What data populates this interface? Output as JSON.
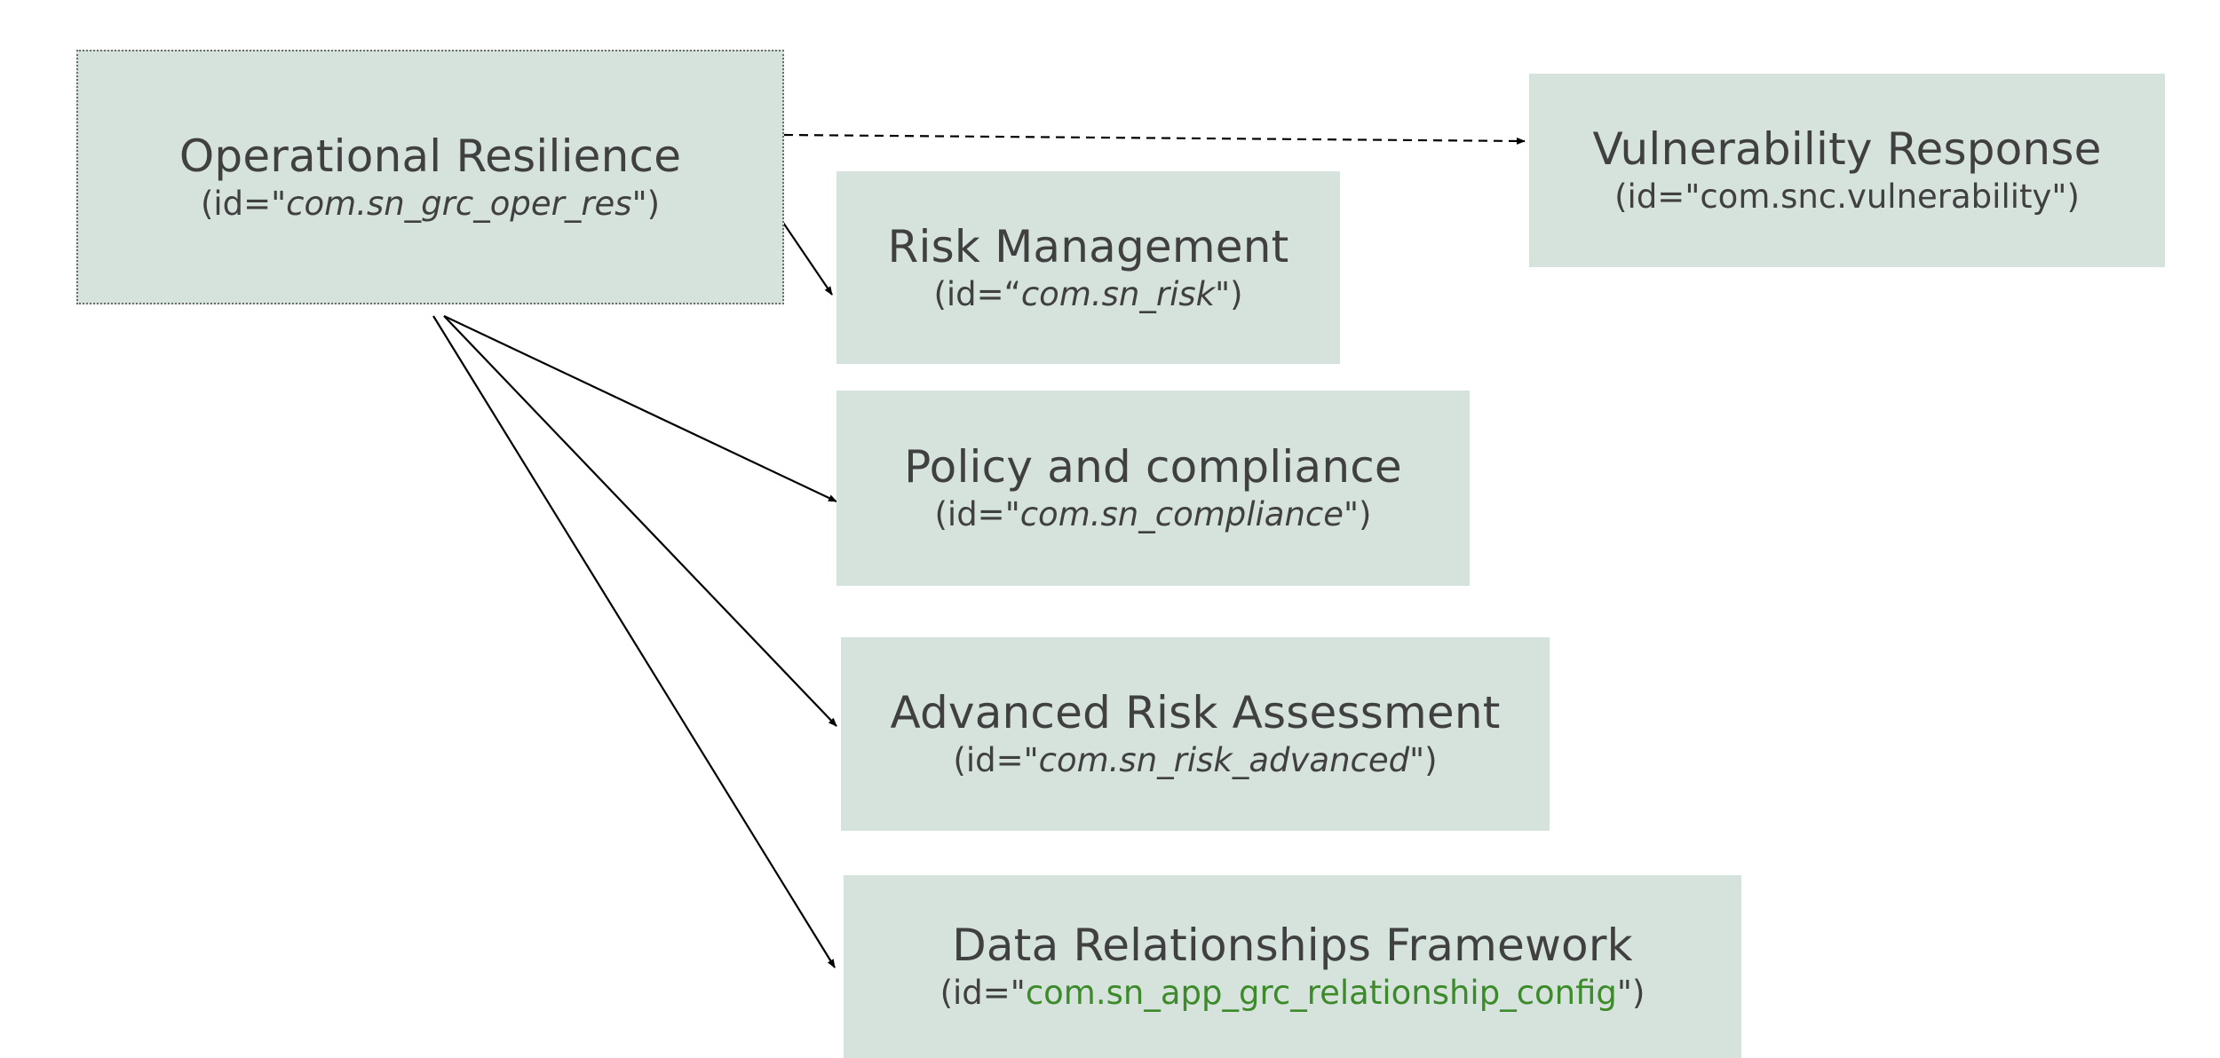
{
  "diagram": {
    "nodes": [
      {
        "id": "root",
        "title": "Operational Resilience",
        "prefix": "(id=\"",
        "value": "com.sn_grc_oper_res",
        "suffix": "\")"
      },
      {
        "id": "risk",
        "title": "Risk Management",
        "prefix": "(id=“",
        "value": "com.sn_risk",
        "suffix": "\")"
      },
      {
        "id": "pol",
        "title": "Policy and compliance",
        "prefix": "(id=\"",
        "value": "com.sn_compliance",
        "suffix": "\")"
      },
      {
        "id": "adv",
        "title": "Advanced Risk Assessment",
        "prefix": "(id=\"",
        "value": "com.sn_risk_advanced",
        "suffix": "\")"
      },
      {
        "id": "drf",
        "title": "Data Relationships Framework",
        "prefix": "(id=\"",
        "value": "com.sn_app_grc_relationship_config",
        "suffix": "\")"
      },
      {
        "id": "vuln",
        "title": "Vulnerability Response",
        "prefix": "(id=\"",
        "value": "com.snc.vulnerability",
        "suffix": "\")"
      }
    ],
    "edges": [
      {
        "from": "Operational Resilience",
        "to": "Risk Management",
        "style": "solid"
      },
      {
        "from": "Operational Resilience",
        "to": "Policy and compliance",
        "style": "solid"
      },
      {
        "from": "Operational Resilience",
        "to": "Advanced Risk Assessment",
        "style": "solid"
      },
      {
        "from": "Operational Resilience",
        "to": "Data Relationships Framework",
        "style": "solid"
      },
      {
        "from": "Operational Resilience",
        "to": "Vulnerability Response",
        "style": "dashed"
      }
    ],
    "colors": {
      "node_fill": "#d5e3dc",
      "text": "#404040",
      "green_id": "#3d8a2b",
      "edge": "#000000"
    }
  }
}
